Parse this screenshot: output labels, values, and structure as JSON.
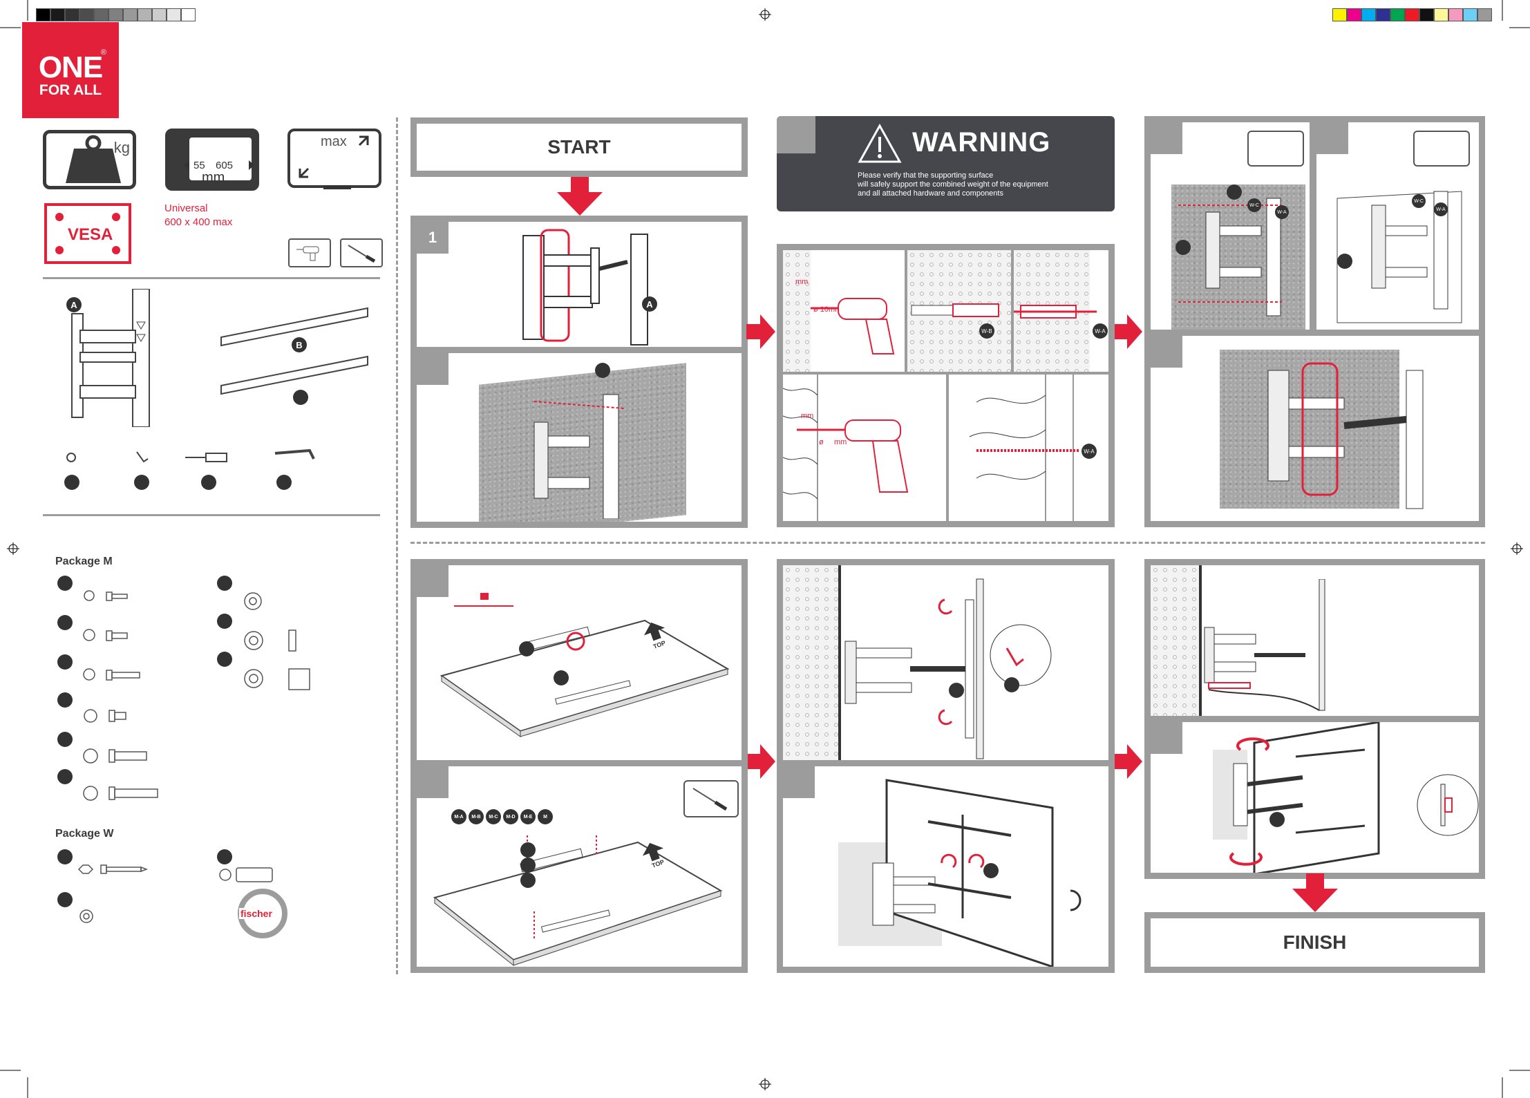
{
  "brand": {
    "logo_line1": "ONE",
    "logo_line2": "FOR ALL",
    "registered": "®"
  },
  "specs": {
    "weight_unit": "kg",
    "vesa_range": {
      "min": "55",
      "max": "605",
      "unit": "mm"
    },
    "screen_label": "max",
    "vesa_badge": "VESA",
    "vesa_text_line1": "Universal",
    "vesa_text_line2": "600 x 400 max"
  },
  "tools_icons": [
    "drill-icon",
    "screwdriver-icon"
  ],
  "parts": {
    "bracket_label": "A",
    "plate_label": "B"
  },
  "packages": {
    "m_title": "Package M",
    "w_title": "Package W",
    "fischer": "fischer"
  },
  "steps": {
    "start": "START",
    "finish": "FINISH",
    "step1_number": "1",
    "warning_title": "WARNING",
    "warning_line1": "Please verify that the supporting surface",
    "warning_line2": "will safely support the combined weight of the equipment",
    "warning_line3": "and all attached hardware and components",
    "drill_unit": "mm",
    "drill_size": "ø 10mm",
    "drill_size_2": "ø",
    "drill_unit_2": "mm",
    "label_wb": "W-B",
    "label_wa": "W-A",
    "label_wc": "W-C",
    "top": "TOP",
    "screw_labels": [
      "M-A",
      "M-B",
      "M-C",
      "M-D",
      "M-E",
      "M"
    ]
  },
  "colors": {
    "brand_red": "#e3203a",
    "panel_gray": "#9c9c9c",
    "dark": "#3a3a3a",
    "warning_bg": "#45474d"
  }
}
